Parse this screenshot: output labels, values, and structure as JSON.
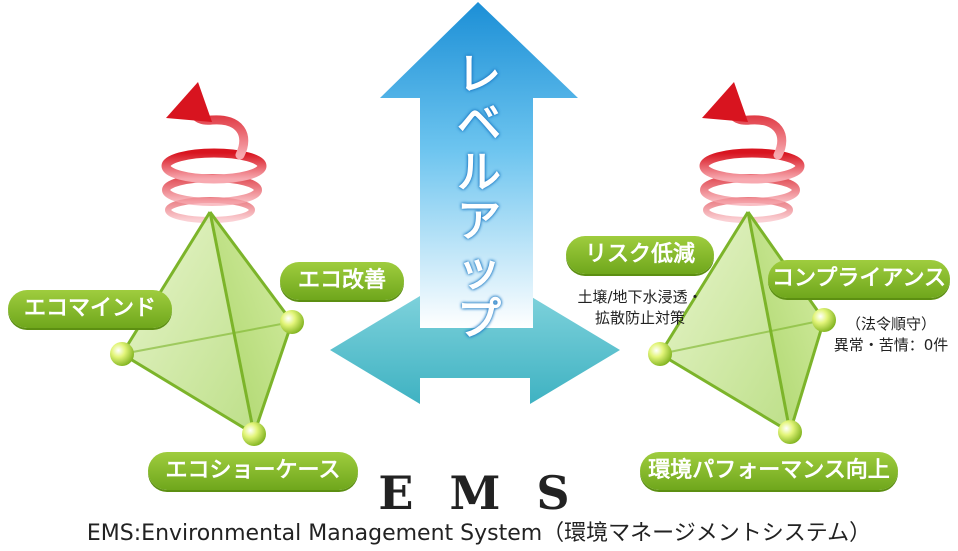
{
  "center": {
    "arrow_text": [
      "レ",
      "ベ",
      "ル",
      "ア",
      "ッ",
      "プ"
    ],
    "title": "E M S",
    "caption": "EMS:Environmental Management System（環境マネージメントシステム）"
  },
  "left": {
    "labels": {
      "eco_kaizen": "エコ改善",
      "eco_mind": "エコマインド",
      "eco_showcase": "エコショーケース"
    }
  },
  "right": {
    "labels": {
      "risk": "リスク低減",
      "compliance": "コンプライアンス",
      "performance": "環境パフォーマンス向上"
    },
    "notes": {
      "risk_line1": "土壌/地下水浸透・",
      "risk_line2": "拡散防止対策",
      "compliance_line1": "（法令順守）",
      "compliance_line2": "異常・苦情：0件"
    }
  },
  "colors": {
    "green": "#7cb42a",
    "blue_arrow": "#1ea0dc",
    "teal_arrow": "#58c3cf",
    "red_spiral": "#e0303e"
  }
}
